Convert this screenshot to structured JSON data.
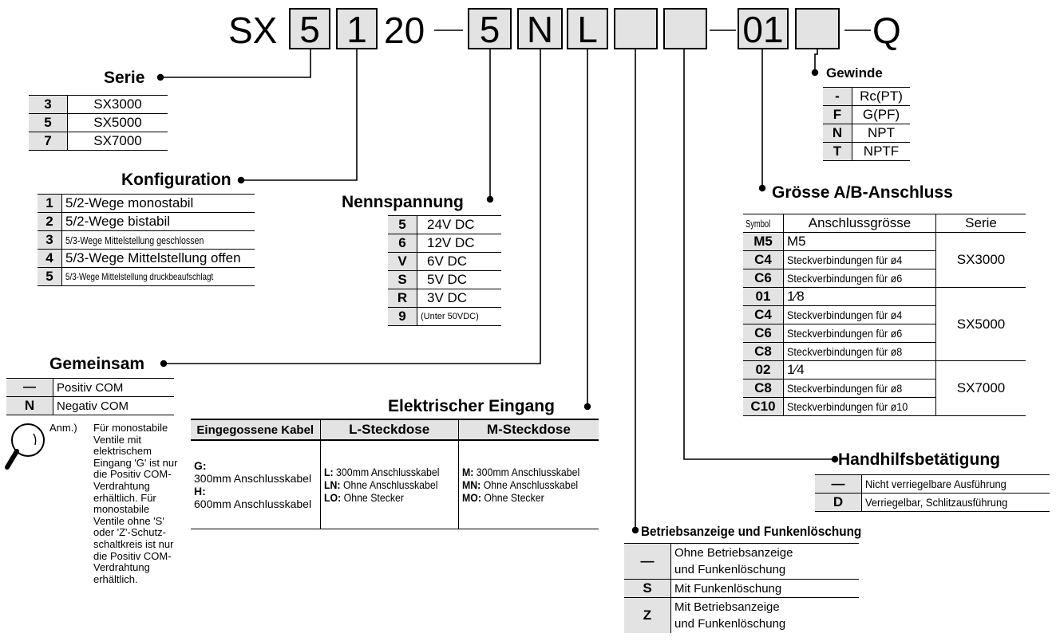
{
  "model_code": {
    "prefix": "SX",
    "box1": "5",
    "box2": "1",
    "number": "20",
    "dash1": "—",
    "box3": "5",
    "box4": "N",
    "box5": "L",
    "box6": "",
    "box7": "",
    "dash2": "—",
    "box8": "01",
    "box9": "",
    "dash3": "—",
    "suffix": "Q"
  },
  "serie": {
    "title": "Serie",
    "rows": [
      {
        "key": "3",
        "value": "SX3000"
      },
      {
        "key": "5",
        "value": "SX5000"
      },
      {
        "key": "7",
        "value": "SX7000"
      }
    ]
  },
  "konfiguration": {
    "title": "Konfiguration",
    "rows": [
      {
        "key": "1",
        "value": "5/2-Wege monostabil"
      },
      {
        "key": "2",
        "value": "5/2-Wege bistabil"
      },
      {
        "key": "3",
        "value": "5/3-Wege Mittelstellung geschlossen"
      },
      {
        "key": "4",
        "value": "5/3-Wege Mittelstellung offen"
      },
      {
        "key": "5",
        "value": "5/3-Wege Mittelstellung druckbeaufschlagt"
      }
    ]
  },
  "nennspannung": {
    "title": "Nennspannung",
    "rows": [
      {
        "key": "5",
        "value": "24V DC"
      },
      {
        "key": "6",
        "value": "12V DC"
      },
      {
        "key": "V",
        "value": "6V DC"
      },
      {
        "key": "S",
        "value": "5V DC"
      },
      {
        "key": "R",
        "value": "3V DC"
      },
      {
        "key": "9",
        "value": "(Unter 50VDC)"
      }
    ]
  },
  "gemeinsam": {
    "title": "Gemeinsam",
    "rows": [
      {
        "key": "—",
        "value": "Positiv COM"
      },
      {
        "key": "N",
        "value": "Negativ COM"
      }
    ],
    "note_label": "Anm.)",
    "note_lines": [
      "Für monostabile",
      "Ventile mit",
      "elektrischem",
      "Eingang 'G' ist nur",
      "die Positiv COM-",
      "Verdrahtung",
      "erhältlich.  Für",
      "monostabile",
      "Ventile ohne 'S'",
      "oder 'Z'-Schutz-",
      "schaltkreis ist nur",
      "die Positiv COM-",
      "Verdrahtung",
      "erhältlich."
    ]
  },
  "elektrischer_eingang": {
    "title": "Elektrischer Eingang",
    "headers": [
      "Eingegossene Kabel",
      "L-Steckdose",
      "M-Steckdose"
    ],
    "col1": [
      {
        "code": "G:",
        "text": ""
      },
      {
        "code": "",
        "text": "300mm Anschlusskabel"
      },
      {
        "code": "H:",
        "text": ""
      },
      {
        "code": "",
        "text": "600mm Anschlusskabel"
      }
    ],
    "col2": [
      {
        "code": "L:",
        "text": "300mm Anschlusskabel"
      },
      {
        "code": "LN:",
        "text": "Ohne Anschlusskabel"
      },
      {
        "code": "LO:",
        "text": "Ohne Stecker"
      }
    ],
    "col3": [
      {
        "code": "M:",
        "text": "300mm Anschlusskabel"
      },
      {
        "code": "MN:",
        "text": "Ohne Anschlusskabel"
      },
      {
        "code": "MO:",
        "text": "Ohne Stecker"
      }
    ]
  },
  "gewinde": {
    "title": "Gewinde",
    "rows": [
      {
        "key": "-",
        "value": "Rc(PT)"
      },
      {
        "key": "F",
        "value": "G(PF)"
      },
      {
        "key": "N",
        "value": "NPT"
      },
      {
        "key": "T",
        "value": "NPTF"
      }
    ]
  },
  "groesse": {
    "title": "Grösse A/B-Anschluss",
    "headers": [
      "Symbol",
      "Anschlussgrösse",
      "Serie"
    ],
    "rows": [
      {
        "key": "M5",
        "value": "M5"
      },
      {
        "key": "C4",
        "value": "Steckverbindungen für ø4"
      },
      {
        "key": "C6",
        "value": "Steckverbindungen für ø6"
      },
      {
        "key": "01",
        "value": "1⁄8"
      },
      {
        "key": "C4",
        "value": "Steckverbindungen für ø4"
      },
      {
        "key": "C6",
        "value": "Steckverbindungen für ø6"
      },
      {
        "key": "C8",
        "value": "Steckverbindungen für ø8"
      },
      {
        "key": "02",
        "value": "1⁄4"
      },
      {
        "key": "C8",
        "value": "Steckverbindungen für ø8"
      },
      {
        "key": "C10",
        "value": "Steckverbindungen für ø10"
      }
    ],
    "series": [
      "SX3000",
      "SX5000",
      "SX7000"
    ]
  },
  "handhilf": {
    "title": "Handhilfsbetätigung",
    "rows": [
      {
        "key": "—",
        "value": "Nicht verriegelbare Ausführung"
      },
      {
        "key": "D",
        "value": "Verriegelbar, Schlitzausführung"
      }
    ]
  },
  "betriebsanzeige": {
    "title": "Betriebsanzeige und Funkenlöschung",
    "rows": [
      {
        "key": "—",
        "line1": "Ohne Betriebsanzeige",
        "line2": "und Funkenlöschung"
      },
      {
        "key": "S",
        "line1": "Mit Funkenlöschung",
        "line2": ""
      },
      {
        "key": "Z",
        "line1": "Mit Betriebsanzeige",
        "line2": "und Funkenlöschung"
      }
    ]
  }
}
